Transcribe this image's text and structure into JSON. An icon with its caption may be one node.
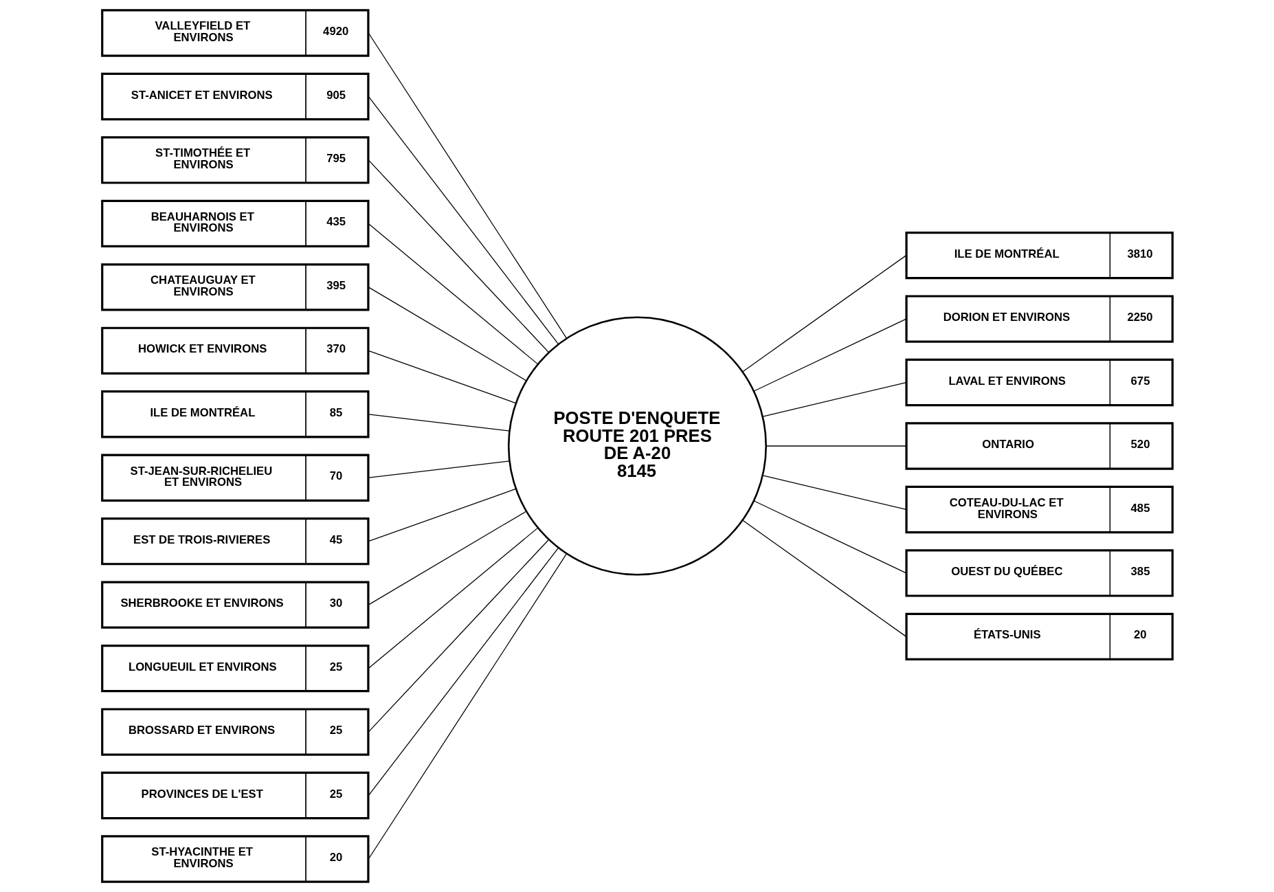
{
  "diagram": {
    "nodes": [
      {
        "text": [
          "VALLEYFIELD ET ENVIRONS",
          "4920"
        ]
      },
      {
        "text": [
          "ST-ANICET ET ENVIRONS",
          "905"
        ]
      },
      {
        "text": [
          "ST-TIMOTHÉE ET ENVIRONS",
          "795"
        ]
      },
      {
        "text": [
          "BEAUHARNOIS ET ENVIRONS",
          "435"
        ]
      },
      {
        "text": [
          "CHATEAUGUAY ET ENVIRONS",
          "395"
        ]
      },
      {
        "text": [
          "HOWICK ET ENVIRONS",
          "370"
        ]
      },
      {
        "text": [
          "ILE DE MONTRÉAL",
          "85"
        ]
      },
      {
        "text": [
          "ST-JEAN-SUR-RICHELIEU ET ENVIRONS",
          "70"
        ]
      },
      {
        "text": [
          "EST DE TROIS-RIVIERES",
          "45"
        ]
      },
      {
        "text": [
          "SHERBROOKE ET ENVIRONS",
          "30"
        ]
      },
      {
        "text": [
          "LONGUEUIL ET ENVIRONS",
          "25"
        ]
      },
      {
        "text": [
          "BROSSARD ET ENVIRONS",
          "25"
        ]
      },
      {
        "text": [
          "PROVINCES DE L'EST",
          "25"
        ]
      },
      {
        "text": [
          "ST-HYACINTHE ET ENVIRONS",
          "20"
        ]
      },
      {
        "text": [
          "POSTE D'ENQUETE ROUTE 201 PRES DE A-20",
          "8145"
        ]
      },
      {
        "text": [
          "ILE DE MONTRÉAL",
          "3810"
        ]
      },
      {
        "text": [
          "DORION ET ENVIRONS",
          "2250"
        ]
      },
      {
        "text": [
          "LAVAL ET ENVIRONS",
          "675"
        ]
      },
      {
        "text": [
          "ONTARIO",
          "520"
        ]
      },
      {
        "text": [
          "COTEAU-DU-LAC ET ENVIRONS",
          "485"
        ]
      },
      {
        "text": [
          "OUEST DU QUÉBEC",
          "385"
        ]
      },
      {
        "text": [
          "ÉTATS-UNIS",
          "20"
        ]
      }
    ],
    "edges": [
      {
        "from": 0,
        "to": 14,
        "arrow": "none"
      },
      {
        "from": 1,
        "to": 14,
        "arrow": "none"
      },
      {
        "from": 2,
        "to": 14,
        "arrow": "none"
      },
      {
        "from": 3,
        "to": 14,
        "arrow": "none"
      },
      {
        "from": 4,
        "to": 14,
        "arrow": "none"
      },
      {
        "from": 5,
        "to": 14,
        "arrow": "none"
      },
      {
        "from": 6,
        "to": 14,
        "arrow": "none"
      },
      {
        "from": 7,
        "to": 14,
        "arrow": "none"
      },
      {
        "from": 8,
        "to": 14,
        "arrow": "none"
      },
      {
        "from": 9,
        "to": 14,
        "arrow": "none"
      },
      {
        "from": 10,
        "to": 14,
        "arrow": "none"
      },
      {
        "from": 11,
        "to": 14,
        "arrow": "none"
      },
      {
        "from": 12,
        "to": 14,
        "arrow": "none"
      },
      {
        "from": 13,
        "to": 14,
        "arrow": "none"
      },
      {
        "from": 14,
        "to": 15,
        "arrow": "none"
      },
      {
        "from": 14,
        "to": 16,
        "arrow": "none"
      },
      {
        "from": 14,
        "to": 17,
        "arrow": "none"
      },
      {
        "from": 14,
        "to": 18,
        "arrow": "none"
      },
      {
        "from": 14,
        "to": 19,
        "arrow": "none"
      },
      {
        "from": 14,
        "to": 20,
        "arrow": "none"
      },
      {
        "from": 14,
        "to": 21,
        "arrow": "none"
      }
    ]
  }
}
